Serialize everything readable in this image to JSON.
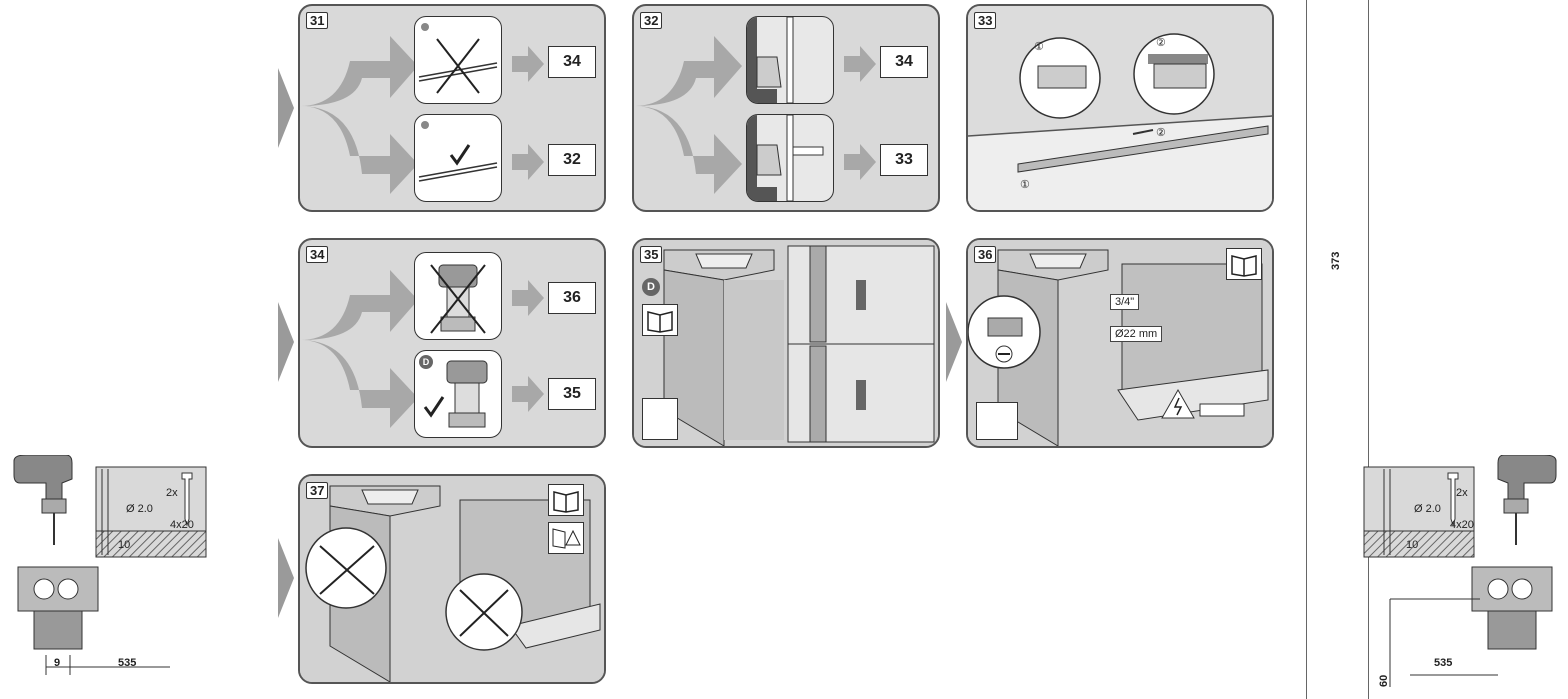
{
  "panels": [
    {
      "num": "31",
      "targets": [
        "34",
        "32"
      ]
    },
    {
      "num": "32",
      "targets": [
        "34",
        "33"
      ]
    },
    {
      "num": "33",
      "circle_labels": [
        "①",
        "②"
      ],
      "rail_labels": [
        "②",
        "①"
      ]
    },
    {
      "num": "34",
      "targets": [
        "36",
        "35"
      ],
      "badge": "D"
    },
    {
      "num": "35",
      "badge": "D"
    },
    {
      "num": "36",
      "labels": [
        "3/4\"",
        "Ø22 mm"
      ]
    },
    {
      "num": "37"
    }
  ],
  "left_detail": {
    "drill": "Ø 2.0",
    "depth": "10",
    "screw_qty": "2x",
    "screw_size": "4x20",
    "dim_a": "9",
    "dim_b": "535"
  },
  "right_detail": {
    "drill": "Ø 2.0",
    "depth": "10",
    "screw_qty": "2x",
    "screw_size": "4x20",
    "dim_a": "535",
    "dim_b": "60"
  },
  "vertical_dim": "373",
  "colors": {
    "panel_bg": "#d9d9d9",
    "arrow": "#a8a8a8",
    "border": "#555555"
  }
}
